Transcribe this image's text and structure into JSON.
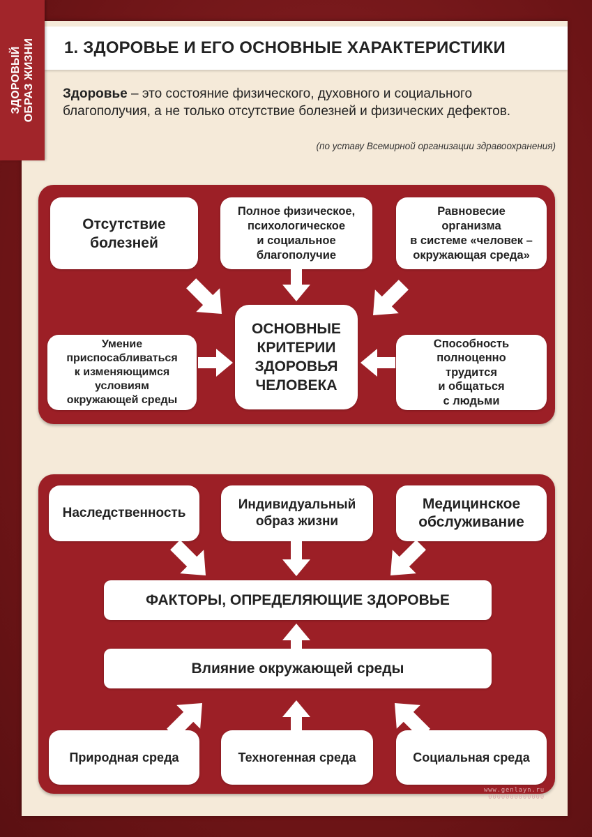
{
  "side_tab": {
    "line1": "ЗДОРОВЫЙ",
    "line2": "ОБРАЗ ЖИЗНИ"
  },
  "title": "1. ЗДОРОВЬЕ И ЕГО ОСНОВНЫЕ ХАРАКТЕРИСТИКИ",
  "definition": {
    "term": "Здоровье",
    "rest": " – это состояние физического, духовного и социального благополучия, а не только отсутствие болезней и физических дефектов.",
    "source": "(по уставу Всемирной организации здравоохранения)"
  },
  "criteria": {
    "center": [
      "ОСНОВНЫЕ",
      "КРИТЕРИИ",
      "ЗДОРОВЬЯ",
      "ЧЕЛОВЕКА"
    ],
    "top_left": [
      "Отсутствие",
      "болезней"
    ],
    "top_middle": [
      "Полное физическое,",
      "психологическое",
      "и социальное",
      "благополучие"
    ],
    "top_right": [
      "Равновесие",
      "организма",
      "в системе «человек –",
      "окружающая среда»"
    ],
    "middle_left": [
      "Умение",
      "приспосабливаться",
      "к изменяющимся",
      "условиям",
      "окружающей среды"
    ],
    "middle_right": [
      "Способность",
      "полноценно",
      "трудится",
      "и общаться",
      "с людьми"
    ]
  },
  "factors": {
    "top_left": "Наследственность",
    "top_middle": [
      "Индивидуальный",
      "образ жизни"
    ],
    "top_right": [
      "Медицинское",
      "обслуживание"
    ],
    "main": "ФАКТОРЫ, ОПРЕДЕЛЯЮЩИЕ ЗДОРОВЬЕ",
    "environment": "Влияние окружающей среды",
    "bottom_left": "Природная среда",
    "bottom_middle": "Техногенная среда",
    "bottom_right": "Социальная среда"
  },
  "watermark": {
    "site": "www.genlayn.ru",
    "code": "0000000000000"
  },
  "colors": {
    "panel": "#9c1f26",
    "page": "#f5ead9",
    "frame": "#7c1a1c",
    "box": "#ffffff"
  }
}
